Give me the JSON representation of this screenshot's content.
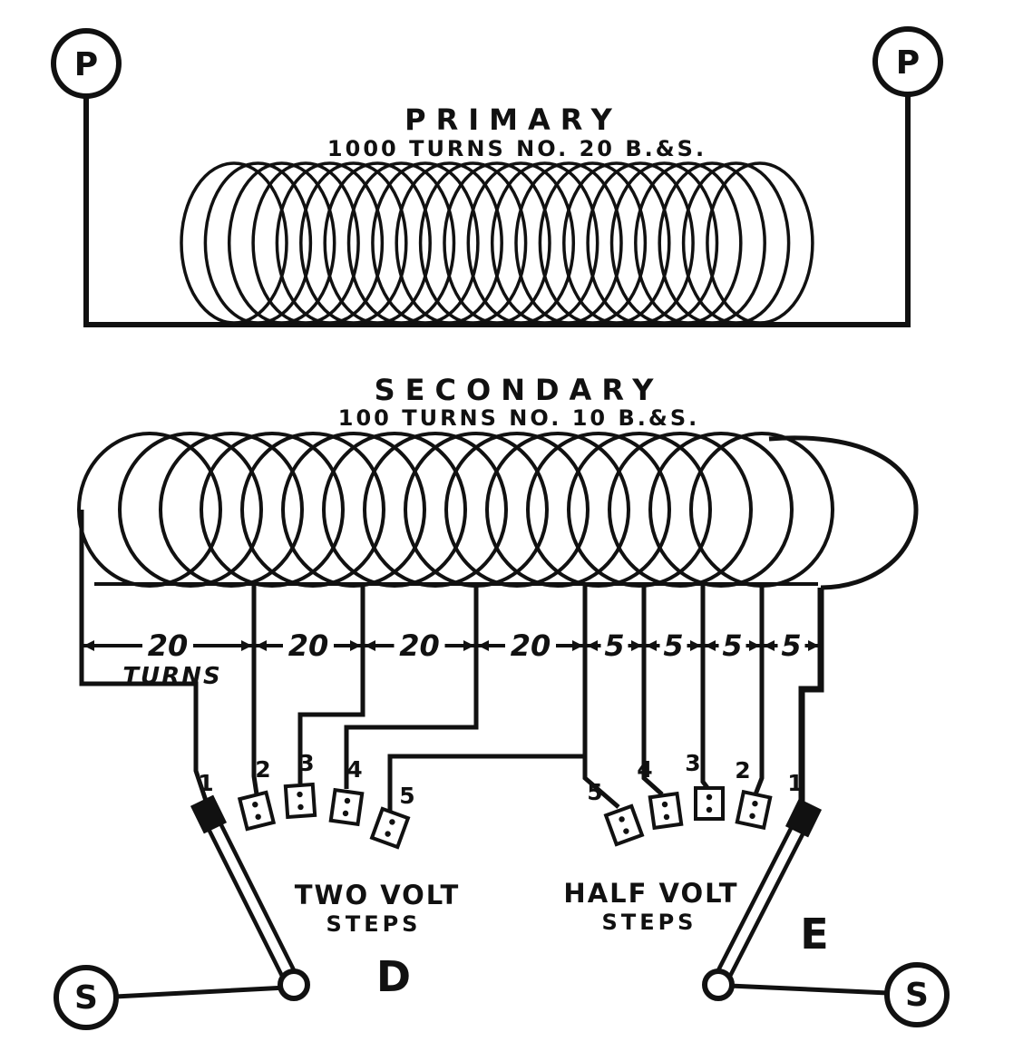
{
  "figure": {
    "terminals": {
      "primary_left": "P",
      "primary_right": "P",
      "secondary_left": "S",
      "secondary_right": "S"
    },
    "primary": {
      "title": "PRIMARY",
      "spec": "1000 TURNS NO. 20 B.&S."
    },
    "secondary": {
      "title": "SECONDARY",
      "spec": "100 TURNS NO. 10 B.&S."
    },
    "tap_sections": [
      {
        "label": "20",
        "sublabel": "TURNS"
      },
      {
        "label": "20"
      },
      {
        "label": "20"
      },
      {
        "label": "20"
      },
      {
        "label": "5"
      },
      {
        "label": "5"
      },
      {
        "label": "5"
      },
      {
        "label": "5"
      }
    ],
    "left_switch": {
      "contact_labels": [
        "1",
        "2",
        "3",
        "4",
        "5"
      ],
      "caption": [
        "TWO VOLT",
        "STEPS"
      ],
      "designator": "D"
    },
    "right_switch": {
      "contact_labels": [
        "5",
        "4",
        "3",
        "2",
        "1"
      ],
      "caption": [
        "HALF VOLT",
        "STEPS"
      ],
      "designator": "E"
    }
  }
}
